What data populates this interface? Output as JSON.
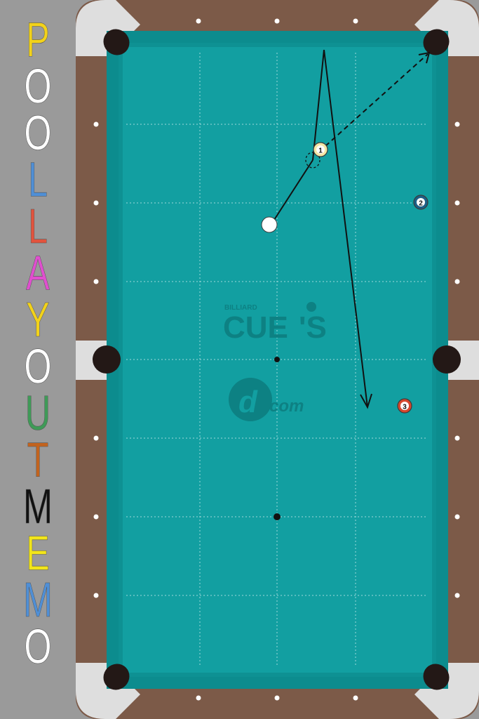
{
  "sidebar": {
    "title_letters": [
      {
        "char": "P",
        "color": "#f2d21a"
      },
      {
        "char": "O",
        "color": "#ffffff"
      },
      {
        "char": "O",
        "color": "#ffffff"
      },
      {
        "char": "L",
        "color": "#4f8fd6"
      },
      {
        "char": "L",
        "color": "#e2533d"
      },
      {
        "char": "A",
        "color": "#e04fcf"
      },
      {
        "char": "Y",
        "color": "#f2d21a"
      },
      {
        "char": "O",
        "color": "#ffffff"
      },
      {
        "char": "U",
        "color": "#3f9a57"
      },
      {
        "char": "T",
        "color": "#c2631e"
      },
      {
        "char": "M",
        "color": "#111111"
      },
      {
        "char": "E",
        "color": "#f2e51a"
      },
      {
        "char": "M",
        "color": "#4f8fd6"
      },
      {
        "char": "O",
        "color": "#ffffff"
      }
    ]
  },
  "table": {
    "felt_color": "#129fa1",
    "rail_color": "#7c5a48",
    "pocket_color": "#231816",
    "logo_cues_small": "BILLIARD",
    "logo_cues_main": "CUE",
    "logo_cues_suffix": "'S",
    "logo_dcom": "com"
  },
  "balls": [
    {
      "number": "1",
      "color": "#f4e7a6",
      "name": "ball-1"
    },
    {
      "number": "2",
      "color": "#1d5f86",
      "name": "ball-2"
    },
    {
      "number": "3",
      "color": "#d7472d",
      "name": "ball-3"
    }
  ]
}
